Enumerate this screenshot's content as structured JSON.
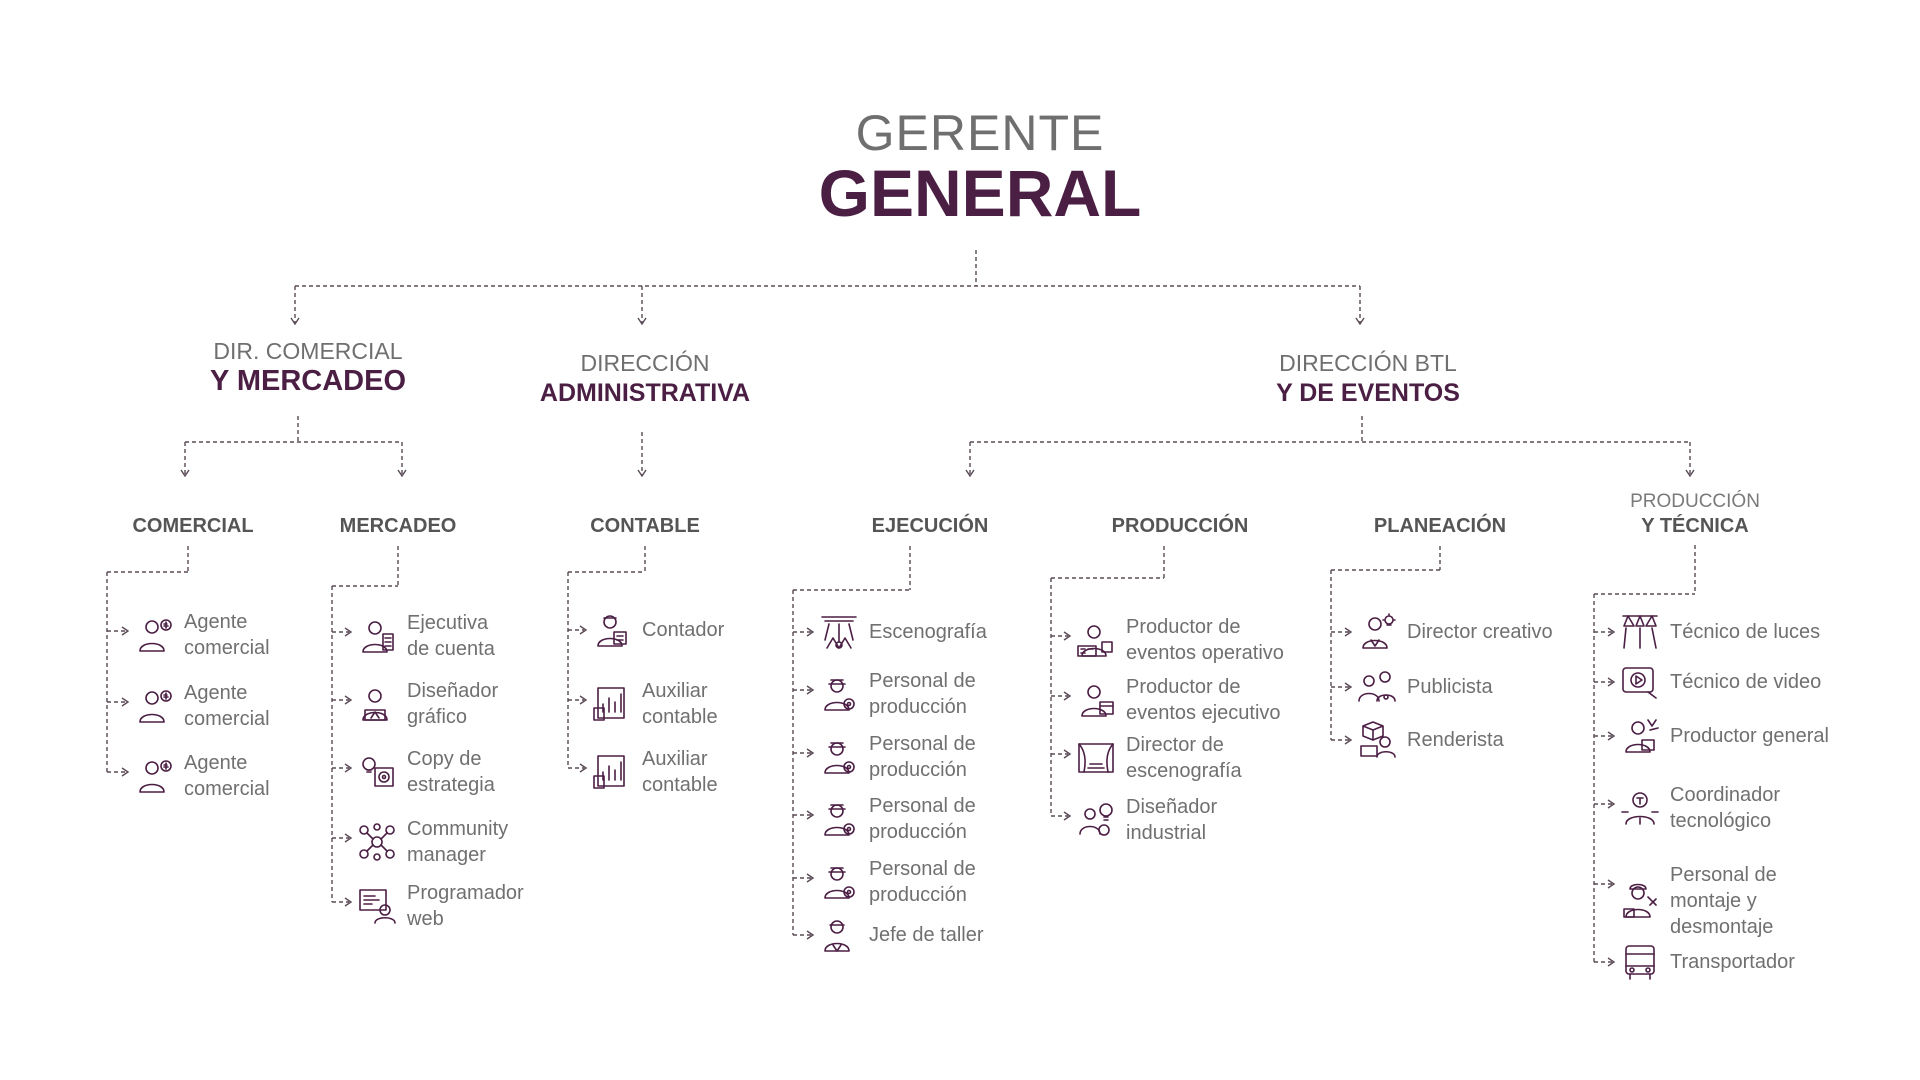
{
  "title": {
    "line1": "GERENTE",
    "line2": "GENERAL"
  },
  "colors": {
    "accent": "#4b1e44",
    "text": "#707070",
    "connector": "#5a4a56"
  },
  "directions": {
    "comercial": {
      "line1": "DIR. COMERCIAL",
      "line2": "Y MERCADEO"
    },
    "administrativa": {
      "line1": "DIRECCIÓN",
      "line2": "ADMINISTRATIVA"
    },
    "btl": {
      "line1": "DIRECCIÓN BTL",
      "line2": "Y DE EVENTOS"
    }
  },
  "departments": [
    {
      "key": "comercial",
      "line1": "",
      "line2": "COMERCIAL",
      "items": [
        {
          "label": "Agente\ncomercial",
          "icon": "sales-agent-icon"
        },
        {
          "label": "Agente\ncomercial",
          "icon": "sales-agent-icon"
        },
        {
          "label": "Agente\ncomercial",
          "icon": "sales-agent-icon"
        }
      ]
    },
    {
      "key": "mercadeo",
      "line1": "",
      "line2": "MERCADEO",
      "items": [
        {
          "label": "Ejecutiva\nde cuenta",
          "icon": "account-executive-icon"
        },
        {
          "label": "Diseñador\ngráfico",
          "icon": "graphic-designer-icon"
        },
        {
          "label": "Copy de\nestrategia",
          "icon": "strategy-copy-icon"
        },
        {
          "label": "Community\nmanager",
          "icon": "community-network-icon"
        },
        {
          "label": "Programador\nweb",
          "icon": "web-developer-icon"
        }
      ]
    },
    {
      "key": "contable",
      "line1": "",
      "line2": "CONTABLE",
      "items": [
        {
          "label": "Contador",
          "icon": "accountant-icon"
        },
        {
          "label": "Auxiliar\ncontable",
          "icon": "accounting-chart-icon"
        },
        {
          "label": "Auxiliar\ncontable",
          "icon": "accounting-chart-icon"
        }
      ]
    },
    {
      "key": "ejecucion",
      "line1": "",
      "line2": "EJECUCIÓN",
      "items": [
        {
          "label": "Escenografía",
          "icon": "stage-lights-icon"
        },
        {
          "label": "Personal de\nproducción",
          "icon": "production-worker-icon"
        },
        {
          "label": "Personal de\nproducción",
          "icon": "production-worker-icon"
        },
        {
          "label": "Personal de\nproducción",
          "icon": "production-worker-icon"
        },
        {
          "label": "Personal de\nproducción",
          "icon": "production-worker-icon"
        },
        {
          "label": "Jefe de taller",
          "icon": "workshop-chief-icon"
        }
      ]
    },
    {
      "key": "produccion",
      "line1": "",
      "line2": "PRODUCCIÓN",
      "items": [
        {
          "label": "Productor de\neventos operativo",
          "icon": "event-producer-icon"
        },
        {
          "label": "Productor de\neventos ejecutivo",
          "icon": "executive-producer-icon"
        },
        {
          "label": "Director de\nescenografía",
          "icon": "theater-stage-icon"
        },
        {
          "label": "Diseñador\nindustrial",
          "icon": "industrial-designer-icon"
        }
      ]
    },
    {
      "key": "planeacion",
      "line1": "",
      "line2": "PLANEACIÓN",
      "items": [
        {
          "label": "Director creativo",
          "icon": "creative-director-icon"
        },
        {
          "label": "Publicista",
          "icon": "publicist-icon"
        },
        {
          "label": "Renderista",
          "icon": "render-artist-icon"
        }
      ]
    },
    {
      "key": "tecnica",
      "line1": "PRODUCCIÓN",
      "line2": "Y TÉCNICA",
      "items": [
        {
          "label": "Técnico de luces",
          "icon": "spotlights-icon"
        },
        {
          "label": "Técnico de video",
          "icon": "video-play-icon"
        },
        {
          "label": "Productor general",
          "icon": "general-producer-icon"
        },
        {
          "label": "Coordinador\ntecnológico",
          "icon": "tech-coordinator-icon"
        },
        {
          "label": "Personal de\nmontaje y\ndesmontaje",
          "icon": "assembly-worker-icon"
        },
        {
          "label": "Transportador",
          "icon": "transport-truck-icon"
        }
      ]
    }
  ]
}
